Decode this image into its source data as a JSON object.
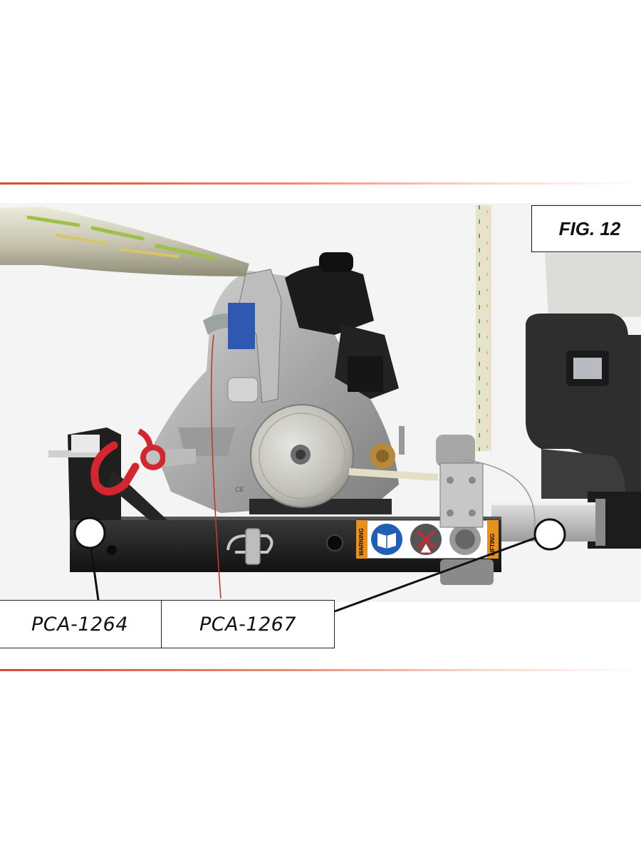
{
  "figure": {
    "label": "FIG. 12"
  },
  "callouts": [
    {
      "part_number": "PCA-1264"
    },
    {
      "part_number": "PCA-1267"
    }
  ],
  "decal": {
    "warning_text": "WARNING",
    "lifting_text": "LIFTING"
  },
  "colors": {
    "accent_rule": "#d9482c",
    "frame_black": "#1c1c1c",
    "aluminum": "#b9b9b9",
    "shackle_red": "#d3262e",
    "decal_orange": "#e8901e",
    "decal_blue": "#1f5fb5"
  },
  "icons": [
    "manual-icon",
    "hazard-icon",
    "warning-triangle-icon"
  ]
}
